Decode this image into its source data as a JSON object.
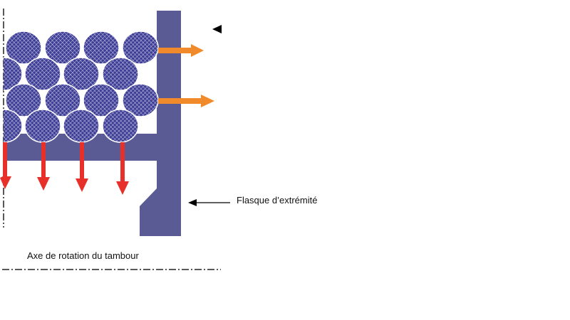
{
  "labels": {
    "end_flange": "Flasque d’extrémité",
    "drum_axis": "Axe de rotation du tambour"
  },
  "colors": {
    "structure": "#5a5a94",
    "rope": "#3d3d96",
    "radial_force": "#f08a2a",
    "axial_force": "#e8302a",
    "pointer": "#000000"
  },
  "rope_layers": 4
}
